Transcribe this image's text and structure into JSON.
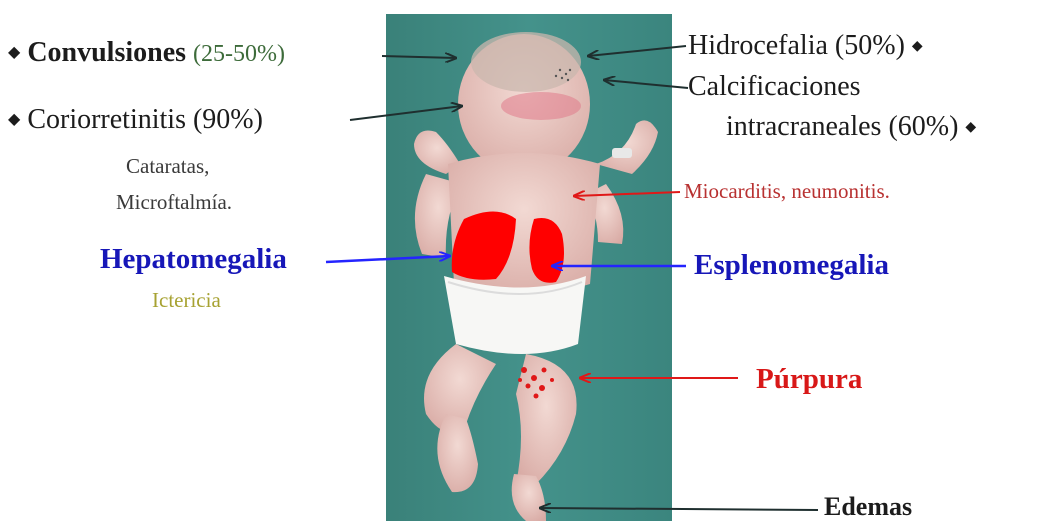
{
  "labels": {
    "convulsiones": "Convulsiones",
    "convulsiones_pct": "(25-50%)",
    "coriorretinitis": "Coriorretinitis (90%)",
    "cataratas": "Cataratas,",
    "microftalmia": "Microftalmía.",
    "hepatomegalia": "Hepatomegalia",
    "ictericia": "Ictericia",
    "hidrocefalia": "Hidrocefalia (50%)",
    "calcificaciones": "Calcificaciones",
    "intracraneales": "intracraneales (60%)",
    "miocarditis": "Miocarditis, neumonitis.",
    "esplenomegalia": "Esplenomegalia",
    "purpura": "Púrpura",
    "edemas": "Edemas"
  },
  "colors": {
    "dark": "#1c1c1c",
    "green_pct": "#3d6b3a",
    "gray": "#3a3a3a",
    "blue": "#1717b8",
    "olive": "#a7a232",
    "red": "#d81818",
    "dark_red": "#b83131",
    "background_teal": "#3f8b84"
  }
}
